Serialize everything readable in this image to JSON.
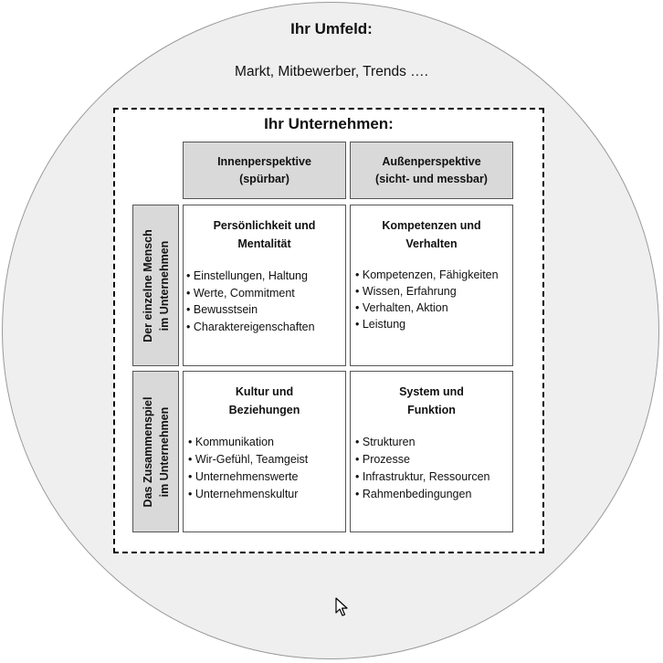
{
  "environment": {
    "title": "Ihr Umfeld:",
    "subtitle": "Markt, Mitbewerber, Trends …."
  },
  "company": {
    "title": "Ihr Unternehmen:"
  },
  "columns": [
    {
      "line1": "Innenperspektive",
      "line2": "(spürbar)"
    },
    {
      "line1": "Außenperspektive",
      "line2": "(sicht- und messbar)"
    }
  ],
  "rows": [
    {
      "line1": "Der einzelne Mensch",
      "line2": "im Unternehmen"
    },
    {
      "line1": "Das Zusammenspiel",
      "line2": "im Unternehmen"
    }
  ],
  "cells": [
    {
      "title1": "Persönlichkeit und",
      "title2": "Mentalität",
      "items": [
        "Einstellungen, Haltung",
        "Werte, Commitment",
        "Bewusstsein",
        "Charaktereigenschaften"
      ]
    },
    {
      "title1": "Kompetenzen und",
      "title2": "Verhalten",
      "items": [
        "Kompetenzen, Fähigkeiten",
        "Wissen, Erfahrung",
        "Verhalten, Aktion",
        "Leistung"
      ]
    },
    {
      "title1": "Kultur und",
      "title2": "Beziehungen",
      "items": [
        "Kommunikation",
        "Wir-Gefühl, Teamgeist",
        "Unternehmenswerte",
        "Unternehmenskultur"
      ]
    },
    {
      "title1": "System und",
      "title2": "Funktion",
      "items": [
        "Strukturen",
        "Prozesse",
        "Infrastruktur, Ressourcen",
        "Rahmenbedingungen"
      ]
    }
  ],
  "icons": {
    "cursor": "mouse-pointer-icon"
  }
}
